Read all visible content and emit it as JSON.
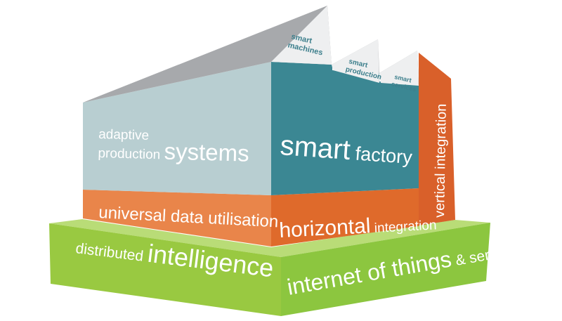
{
  "roof": {
    "label1_line1": "smart",
    "label1_line2": "machines",
    "label2_line1": "smart",
    "label2_line2": "production",
    "label3_line1": "smart",
    "label3_line2": "services"
  },
  "building": {
    "left_line1": "adaptive",
    "left_line2_small": "production ",
    "left_line2_large": "systems",
    "front_big": "smart",
    "front_small": " factory",
    "vertical": "vertical integration"
  },
  "band": {
    "left": "universal data utilisation",
    "front_big": "horizontal",
    "front_small": " integration"
  },
  "base": {
    "left_small": "distributed ",
    "left_large": "intelligence",
    "front_large": "internet of things",
    "front_small": " & services"
  },
  "colors": {
    "left_wall": "#b8ced1",
    "front_wall": "#3b8793",
    "orange_left": "#e9854a",
    "orange_front": "#df6a2b",
    "orange_side": "#d9602a",
    "green_left": "#99c941",
    "green_front": "#8cc63f",
    "green_top": "#b9dc77",
    "roof_grey": "#a7a9ac",
    "roof_white": "#eeeff0"
  }
}
